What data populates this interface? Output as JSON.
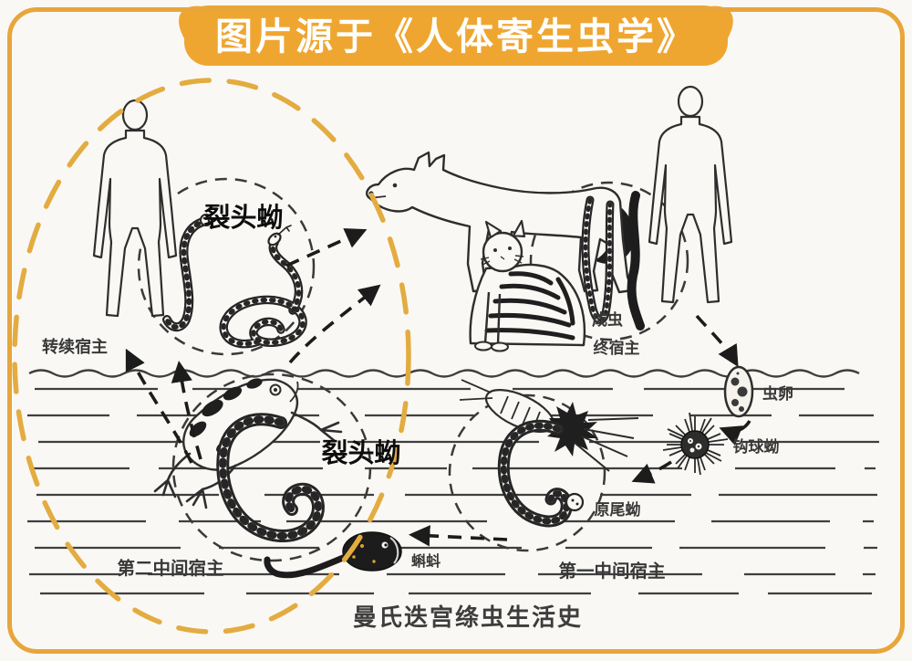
{
  "banner": {
    "text": "图片源于《人体寄生虫学》"
  },
  "title": "曼氏迭宫绦虫生活史",
  "labels": {
    "plerocercoid_top": "裂头蚴",
    "plerocercoid_bottom": "裂头蚴",
    "paratenic_host": "转续宿主",
    "adult_worm": "成虫",
    "definitive_host": "终宿主",
    "egg": "虫卵",
    "coracidium": "钩球蚴",
    "procercoid": "原尾蚴",
    "tadpole": "蝌蚪",
    "first_intermediate_host": "第一中间宿主",
    "second_intermediate_host": "第二中间宿主"
  },
  "colors": {
    "frame": "#e7a63b",
    "banner": "#efa630",
    "highlight_ellipse": "#e3ac41",
    "ink": "#2e2e2e",
    "paper": "#faf8f4"
  }
}
